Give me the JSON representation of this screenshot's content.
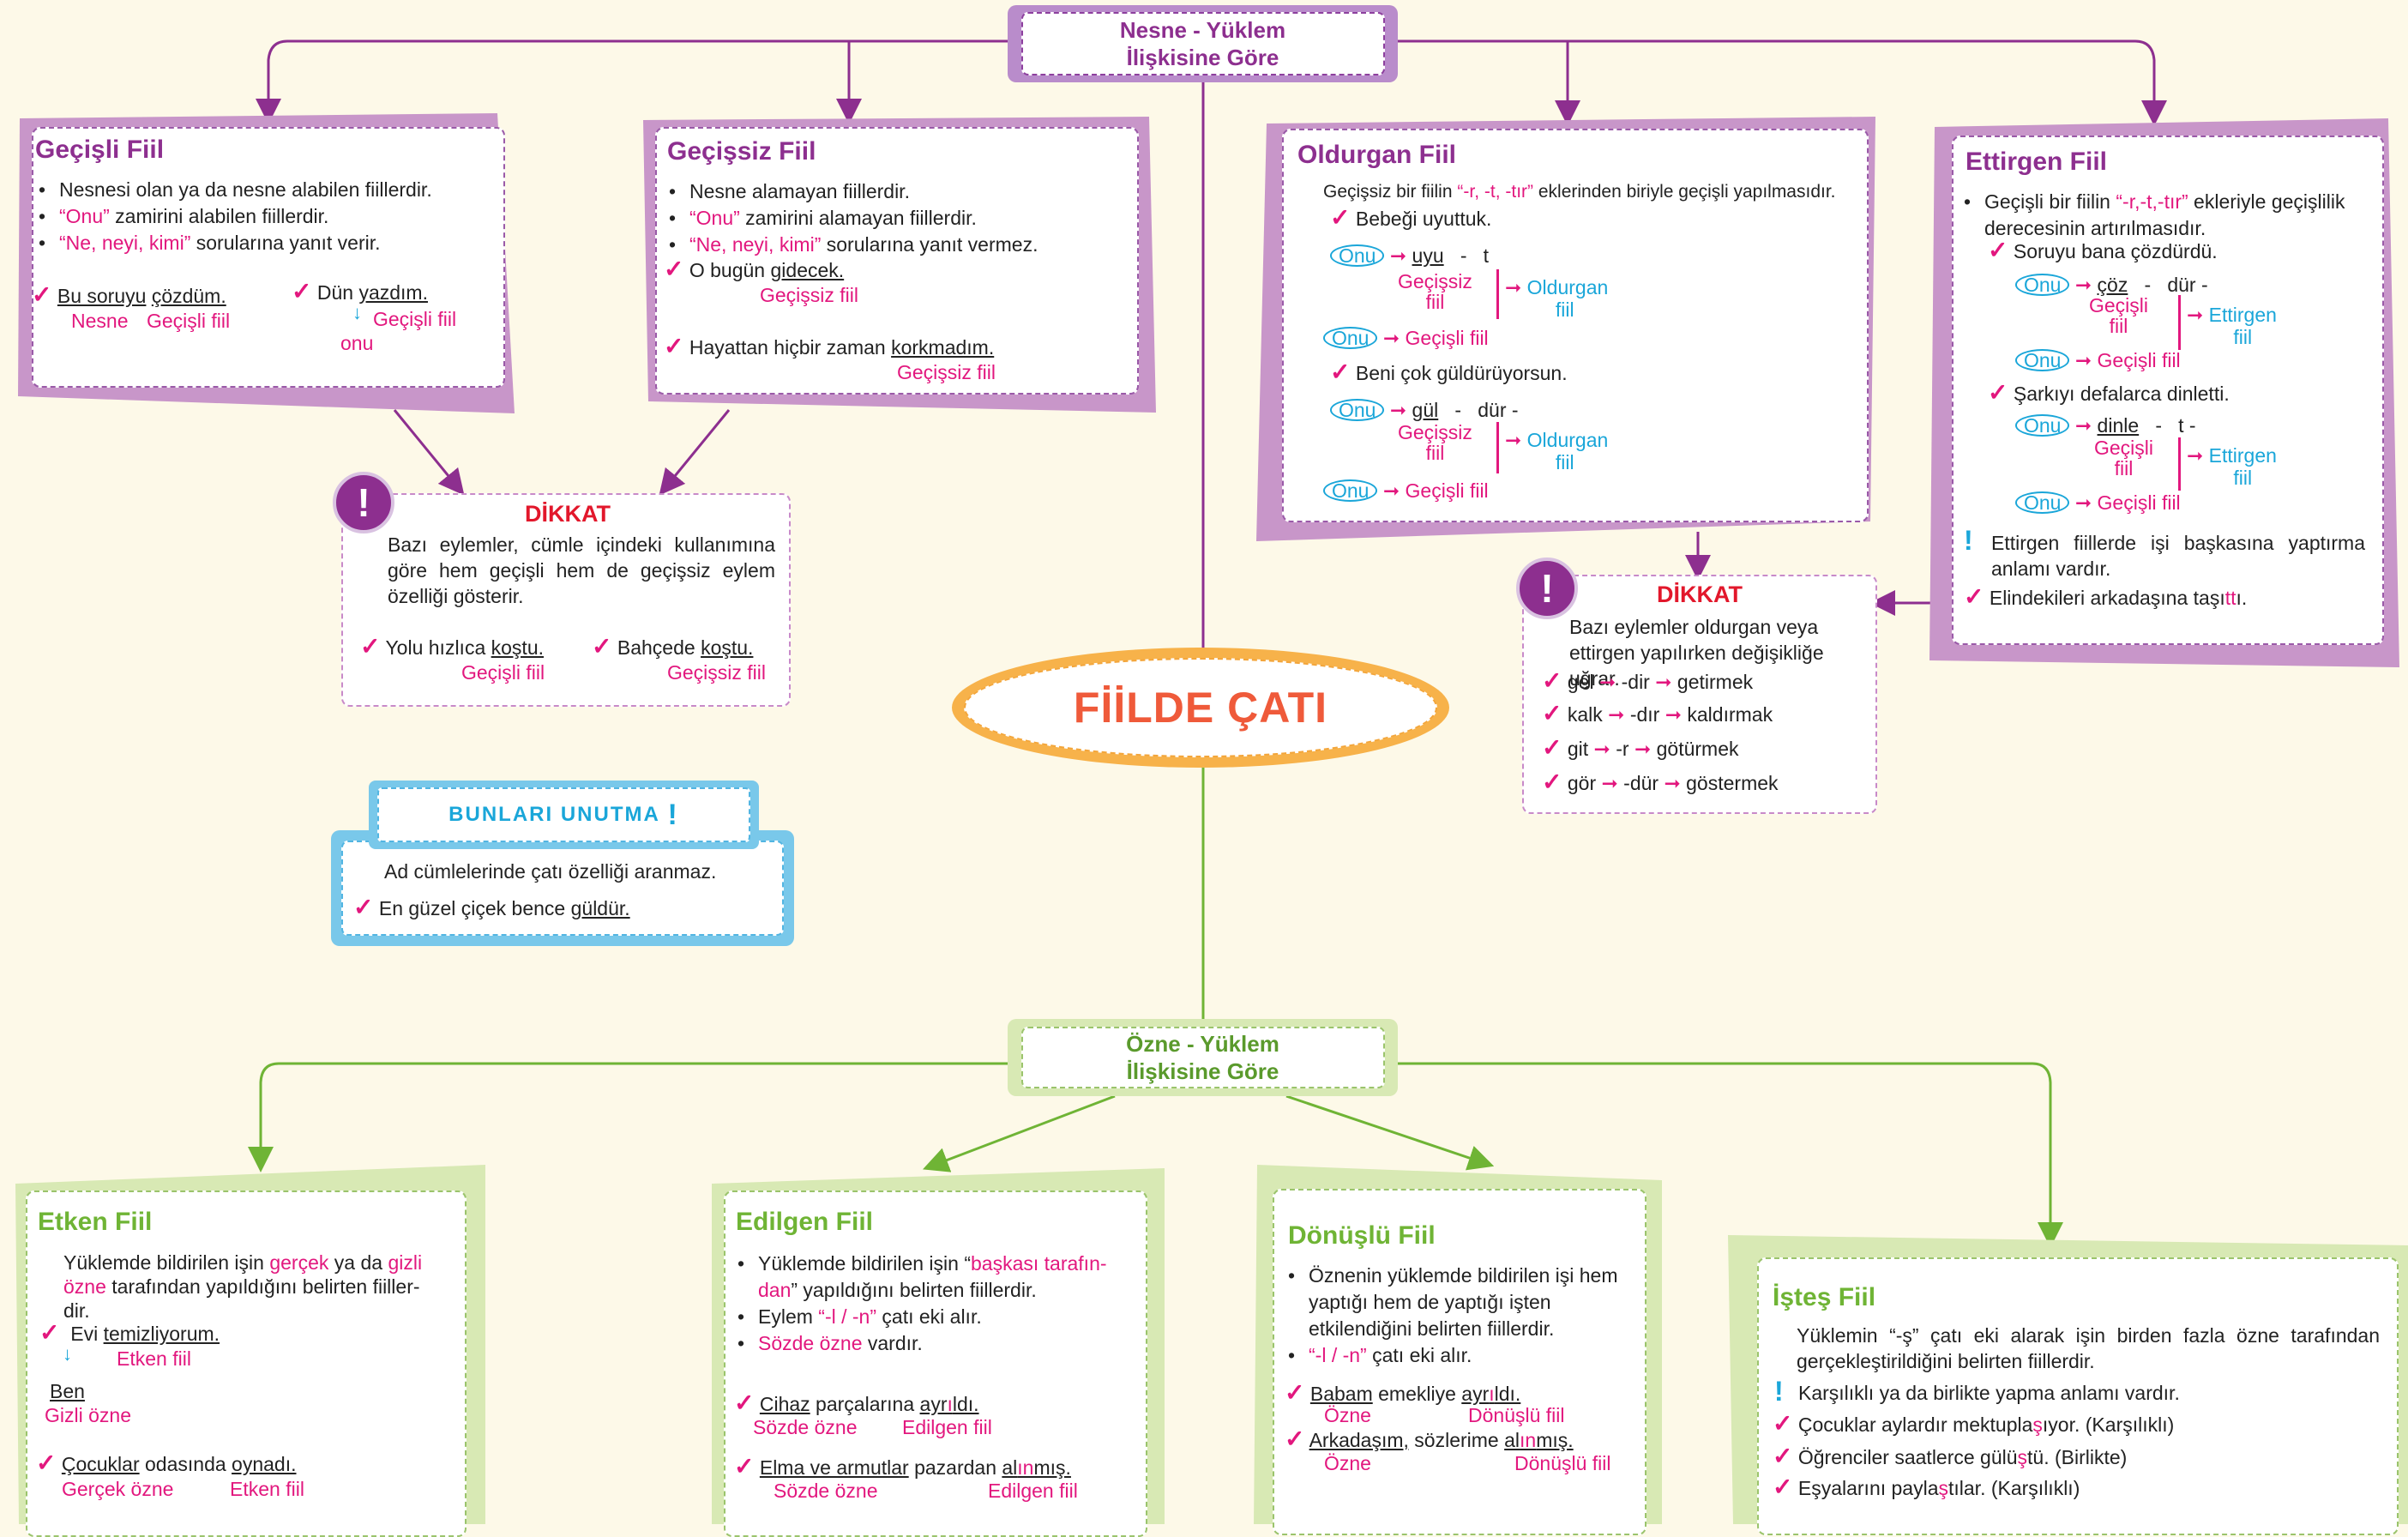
{
  "header_top": {
    "line1": "Nesne - Yüklem",
    "line2": "İlişkisine Göre"
  },
  "header_bottom": {
    "line1": "Özne - Yüklem",
    "line2": "İlişkisine Göre"
  },
  "center_title": "FİİLDE ÇATI",
  "gecisli": {
    "title": "Geçişli Fiil",
    "b1": "Nesnesi olan ya da nesne alabilen fiillerdir.",
    "b2_pink": "“Onu”",
    "b2_rest": " zamirini alabilen fiillerdir.",
    "b3_pink": "“Ne, neyi, kimi”",
    "b3_rest": " sorularına yanıt verir.",
    "ex1_a": "Bu soruyu",
    "ex1_b": "çözdüm.",
    "ex1_l1": "Nesne",
    "ex1_l2": "Geçişli fiil",
    "ex2_a": "Dün",
    "ex2_b": "yazdım.",
    "ex2_l1": "Geçişli fiil",
    "ex2_l2": "onu"
  },
  "gecissiz": {
    "title": "Geçişsiz Fiil",
    "b1": "Nesne alamayan fiillerdir.",
    "b2_pink": "“Onu”",
    "b2_rest": " zamirini alamayan fiillerdir.",
    "b3_pink": "“Ne, neyi, kimi”",
    "b3_rest": " sorularına yanıt vermez.",
    "ex1": "O bugün ",
    "ex1_u": "gidecek.",
    "ex1_l": "Geçişsiz fiil",
    "ex2": "Hayattan hiçbir zaman ",
    "ex2_u": "korkmadım.",
    "ex2_l": "Geçişsiz fiil"
  },
  "dikkat1": {
    "title": "DİKKAT",
    "text": "Bazı eylemler, cümle içindeki kullanımına göre hem geçişli hem de geçişsiz eylem özelliği gösterir.",
    "ex1": "Yolu hızlıca ",
    "ex1_u": "koştu.",
    "ex1_l": "Geçişli fiil",
    "ex2": "Bahçede ",
    "ex2_u": "koştu.",
    "ex2_l": "Geçişsiz fiil"
  },
  "bunlari": {
    "title": "BUNLARI UNUTMA",
    "l1": "Ad cümlelerinde çatı özelliği aranmaz.",
    "l2": "En güzel çiçek bence ",
    "l2_u": "güldür."
  },
  "oldurgan": {
    "title": "Oldurgan Fiil",
    "intro_a": "Geçişsiz bir fiilin ",
    "intro_pink": "“-r, -t, -tır”",
    "intro_b": " eklerinden biriyle geçişli yapılmasıdır.",
    "ex1": "Bebeği uyuttuk.",
    "onu": "Onu",
    "uyu": "uyu",
    "dash": "-",
    "t": "t",
    "gecissiz": "Geçişsiz",
    "fiil": "fiil",
    "gecisli_fiil": "Geçişli fiil",
    "oldurgan": "Oldurgan",
    "ex2": "Beni çok güldürüyorsun.",
    "gul": "gül",
    "dur": "dür -"
  },
  "ettirgen": {
    "title": "Ettirgen Fiil",
    "b1_a": "Geçişli bir fiilin ",
    "b1_pink": "“-r,-t,-tır”",
    "b1_b": " ekleriyle geçişlilik derecesinin artırılmasıdır.",
    "ex1": "Soruyu bana çözdürdü.",
    "onu": "Onu",
    "coz": "çöz",
    "dur": "dür -",
    "gecisli": "Geçişli",
    "fiil": "fiil",
    "ettirgen": "Ettirgen",
    "gecisli_fiil": "Geçişli fiil",
    "ex2": "Şarkıyı defalarca dinletti.",
    "dinle": "dinle",
    "t": "t -",
    "note": "Ettirgen fiillerde işi başkasına yaptırma anlamı vardır.",
    "ex3_a": "Elindekileri arkadaşına taşı",
    "ex3_pink": "tt",
    "ex3_b": "ı."
  },
  "dikkat2": {
    "title": "DİKKAT",
    "text": "Bazı eylemler oldurgan veya ettirgen yapılırken değişikliğe uğrar.",
    "rows": [
      {
        "a": "gel",
        "b": "-dir",
        "c": "getirmek"
      },
      {
        "a": "kalk",
        "b": "-dır",
        "c": "kaldırmak"
      },
      {
        "a": "git",
        "b": "-r",
        "c": "götürmek"
      },
      {
        "a": "gör",
        "b": "-dür",
        "c": "göstermek"
      }
    ]
  },
  "etken": {
    "title": "Etken Fiil",
    "t1": "Yüklemde bildirilen işin ",
    "t1_pink": "gerçek",
    "t1_b": " ya da ",
    "t1_pink2": "gizli",
    "t2_pink": "özne",
    "t2_b": " tarafından yapıldığını belirten fiiller-",
    "t3": "dir.",
    "ex1_a": "Evi ",
    "ex1_u": "temizliyorum.",
    "ex1_l": "Etken fiil",
    "ben": "Ben",
    "gizli": "Gizli özne",
    "ex2_u1": "Çocuklar",
    "ex2_mid": " odasında ",
    "ex2_u2": "oynadı.",
    "ex2_l1": "Gerçek özne",
    "ex2_l2": "Etken fiil"
  },
  "edilgen": {
    "title": "Edilgen Fiil",
    "b1_a": "Yüklemde bildirilen işin “",
    "b1_pink": "başkası tarafın-",
    "b1_pink2": "dan",
    "b1_b": "” yapıldığını belirten fiillerdir.",
    "b2_a": "Eylem ",
    "b2_pink": "“-l / -n”",
    "b2_b": " çatı eki alır.",
    "b3_pink": "Sözde özne",
    "b3_b": " vardır.",
    "ex1_u1": "Cihaz",
    "ex1_mid": " parçalarına ",
    "ex1_v1": "ayr",
    "ex1_v2": "ı",
    "ex1_v3": "ldı.",
    "ex1_l1": "Sözde özne",
    "ex1_l2": "Edilgen fiil",
    "ex2_u1": "Elma ve armutlar",
    "ex2_mid": " pazardan ",
    "ex2_v1": "al",
    "ex2_v2": "ın",
    "ex2_v3": "mış.",
    "ex2_l1": "Sözde özne",
    "ex2_l2": "Edilgen fiil"
  },
  "donuslu": {
    "title": "Dönüşlü Fiil",
    "b1": "Öznenin yüklemde bildirilen işi hem yaptığı hem de yaptığı işten etkilendiğini belirten fiillerdir.",
    "b2_pink": "“-l / -n”",
    "b2_b": " çatı eki alır.",
    "ex1_u1": "Babam",
    "ex1_mid": " emekliye ",
    "ex1_v1": "ayr",
    "ex1_v2": "ı",
    "ex1_v3": "ldı.",
    "ex1_l1": "Özne",
    "ex1_l2": "Dönüşlü fiil",
    "ex2_u1": "Arkadaşım,",
    "ex2_mid": " sözlerime ",
    "ex2_v1": "al",
    "ex2_v2": "ın",
    "ex2_v3": "mış.",
    "ex2_l1": "Özne",
    "ex2_l2": "Dönüşlü fiil"
  },
  "istes": {
    "title": "İşteş Fiil",
    "t1": "Yüklemin “-ş” çatı eki alarak işin birden fazla özne tarafından gerçekleştirildiğini belirten fiillerdir.",
    "note": "Karşılıklı  ya da birlikte yapma anlamı vardır.",
    "ex1_a": "Çocuklar aylardır mektupla",
    "ex1_p": "ş",
    "ex1_b": "ıyor. (Karşılıklı)",
    "ex2_a": "Öğrenciler saatlerce gülü",
    "ex2_p": "ş",
    "ex2_b": "tü. (Birlikte)",
    "ex3_a": "Eşyalarını payla",
    "ex3_p": "ş",
    "ex3_b": "tılar. (Karşılıklı)"
  },
  "colors": {
    "purple": "#8d2f8f",
    "pink": "#e2177e",
    "green": "#6fb435",
    "blue": "#1aa6d9",
    "orange": "#ef5a3a"
  }
}
